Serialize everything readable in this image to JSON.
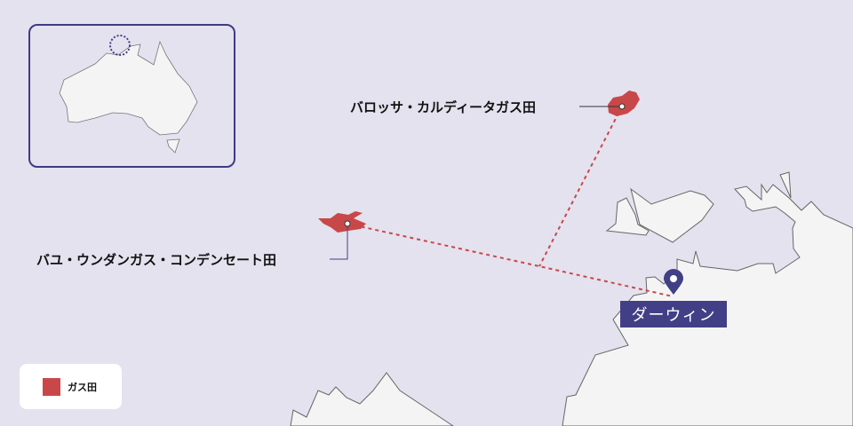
{
  "inset": {
    "title": "Australia locator"
  },
  "fields": [
    {
      "name": "バロッサ・カルディータガス田"
    },
    {
      "name": "バユ・ウンダンガス・コンデンセート田"
    }
  ],
  "city": {
    "name": "ダーウィン"
  },
  "legend": {
    "items": [
      {
        "label": "ガス田",
        "color": "#c8484a"
      }
    ]
  },
  "colors": {
    "sea": "#e4e2ee",
    "land": "#f4f4f5",
    "accent": "#433f86",
    "gas": "#c8484a"
  }
}
